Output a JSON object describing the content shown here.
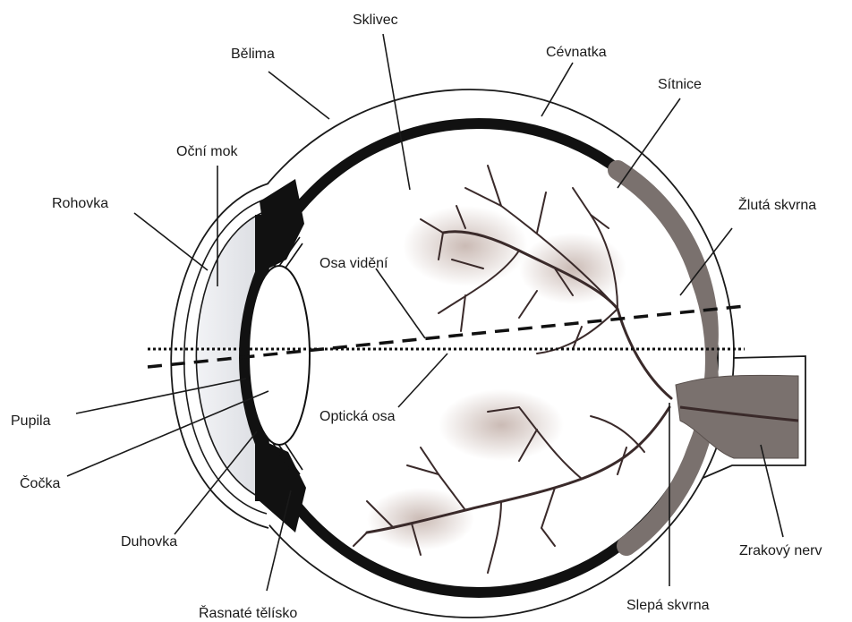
{
  "labels": {
    "sklivec": "Sklivec",
    "belima": "Bělima",
    "cevnatka": "Cévnatka",
    "sitnice": "Sítnice",
    "ocni_mok": "Oční mok",
    "rohovka": "Rohovka",
    "zluta_skvrna": "Žlutá skvrna",
    "osa_videni": "Osa vidění",
    "pupila": "Pupila",
    "opticka_osa": "Optická osa",
    "cocka": "Čočka",
    "duhovka": "Duhovka",
    "zrakovy_nerv": "Zrakový nerv",
    "rasnate_telisko": "Řasnaté tělísko",
    "slepa_skvrna": "Slepá skvrna"
  }
}
